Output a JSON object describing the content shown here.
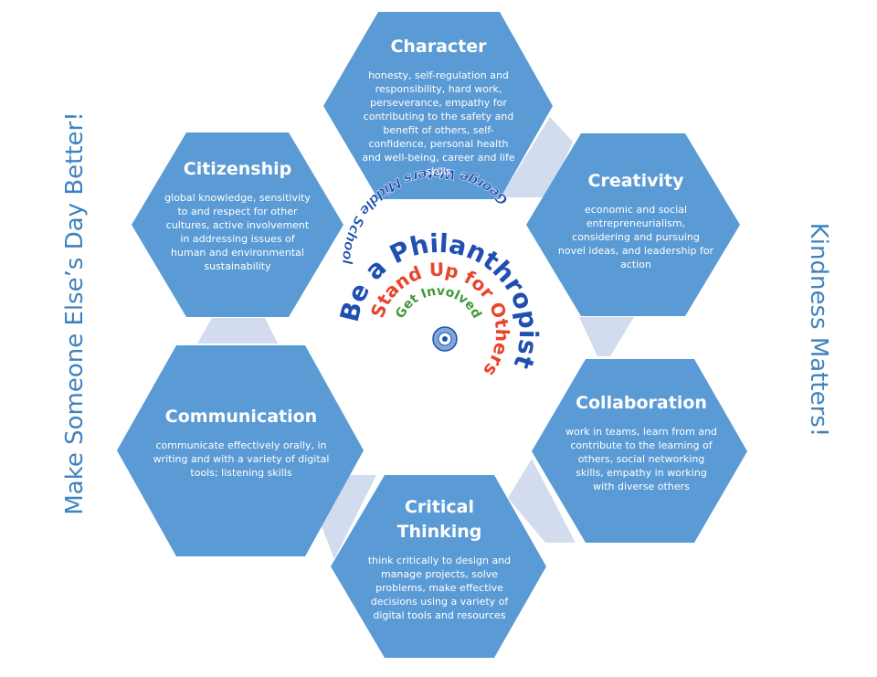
{
  "slogans": {
    "left": "Make Someone Else’s Day Better!",
    "right": "Kindness Matters!"
  },
  "colors": {
    "hexagon": "#5b9bd5",
    "connector": "#d3dcef",
    "slogan": "#3f83be",
    "logo_blue": "#1f4fb0",
    "logo_red": "#e8452c",
    "logo_green": "#3e9a3a"
  },
  "hexagons": [
    {
      "id": "character",
      "title": "Character",
      "description": "honesty, self-regulation and responsibility, hard work, perseverance, empathy for contributing to the safety and benefit of others, self-confidence, personal health and well-being, career and life skills"
    },
    {
      "id": "creativity",
      "title": "Creativity",
      "description": "economic and social entrepreneurialism, considering and pursuing novel ideas, and leadership for action"
    },
    {
      "id": "collaboration",
      "title": "Collaboration",
      "description": "work in teams, learn from and contribute to the learning of others, social networking skills, empathy in working with diverse others"
    },
    {
      "id": "critical-thinking",
      "title": "Critical Thinking",
      "description": "think critically to design and manage projects, solve problems, make effective decisions using a variety of digital tools and resources"
    },
    {
      "id": "communication",
      "title": "Communication",
      "description": "communicate effectively orally, in writing and with a variety of digital tools; listening skills"
    },
    {
      "id": "citizenship",
      "title": "Citizenship",
      "description": "global knowledge, sensitivity to and respect for other cultures, active involvement in addressing issues of human and environmental sustainability"
    }
  ],
  "logo": {
    "school_words": [
      "George",
      "Waters",
      "Middle",
      "School"
    ],
    "main_word": "Be a Philanthropist",
    "middle_phrase": "Stand Up for Others",
    "inner_phrase": "Get Involved"
  }
}
